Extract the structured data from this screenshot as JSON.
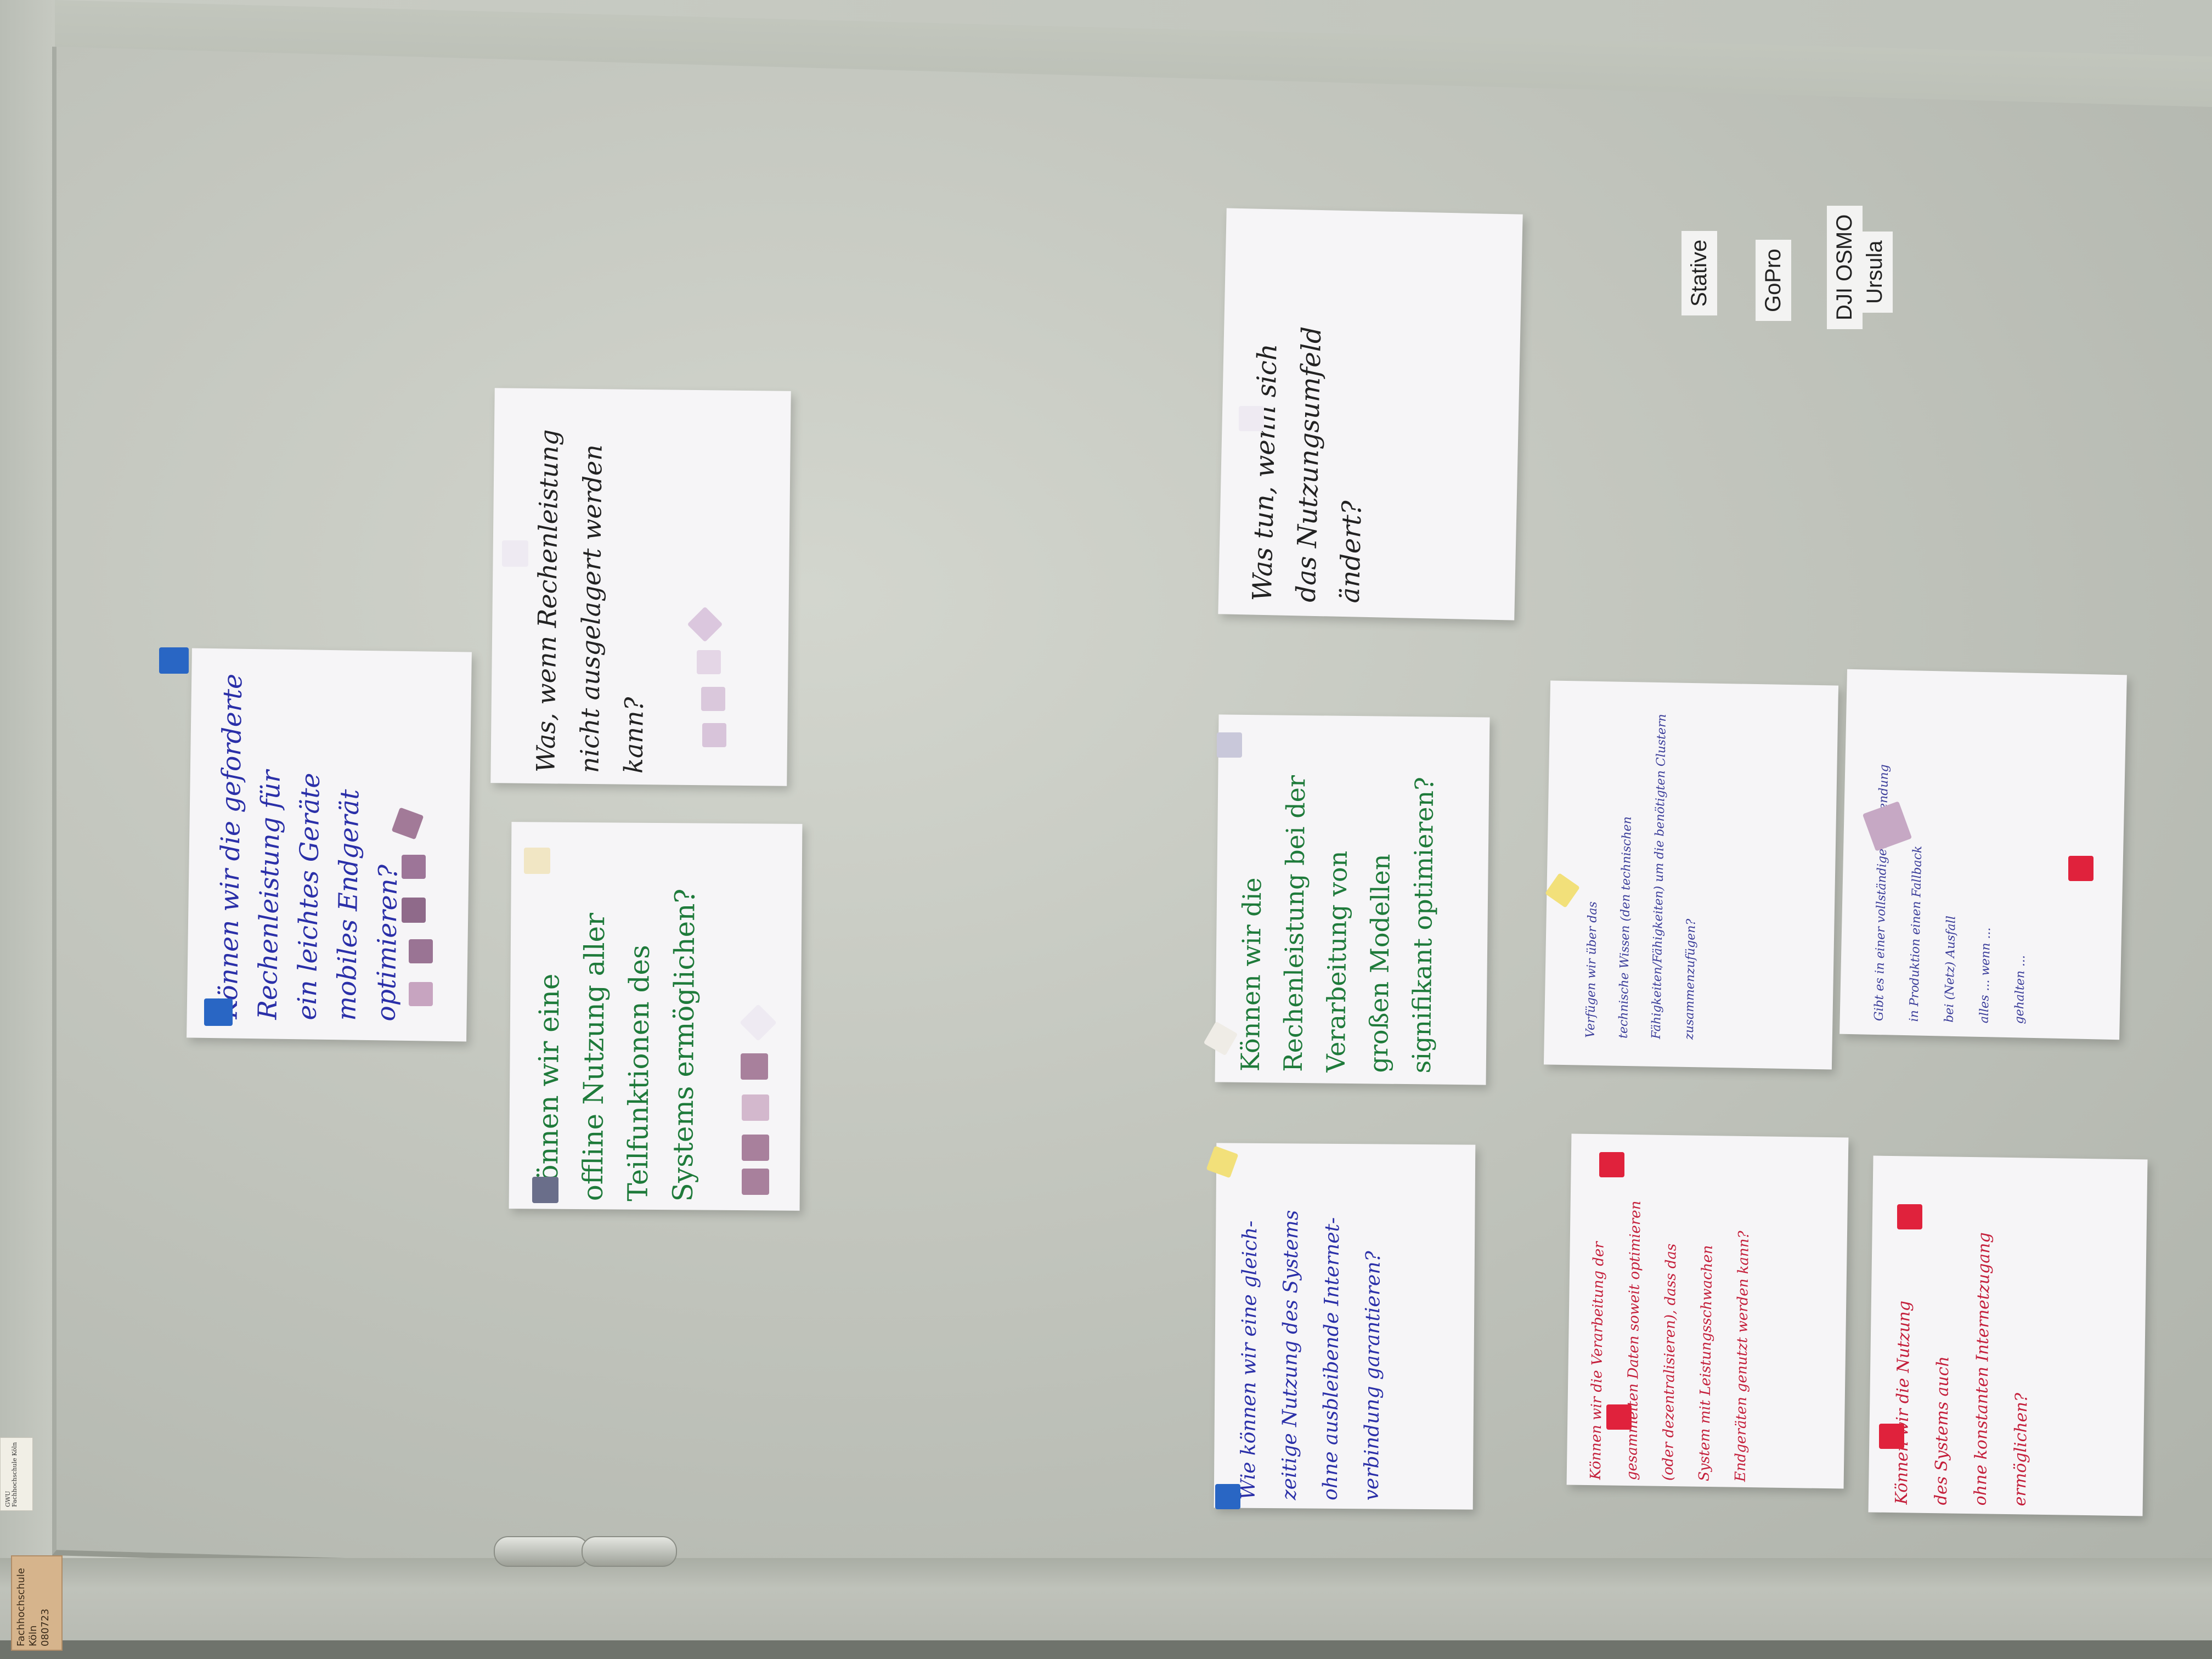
{
  "cards": [
    {
      "id": "c1",
      "text": "Können wir die geforderte\nRechenleistung für\nein leichtes Geräte\nmobiles Endgerät optimieren?",
      "color": "#2a2fa8"
    },
    {
      "id": "c2",
      "text": "Was, wenn Rechenleistung\nnicht ausgelagert werden\nkann?",
      "color": "#222222"
    },
    {
      "id": "c3",
      "text": "Können wir eine\noffline Nutzung aller\nTeilfunktionen des\nSystems ermöglichen?",
      "color": "#1e7a3a"
    },
    {
      "id": "c4",
      "text": "Was tun, wenn sich\ndas Nutzungsumfeld\nändert?",
      "color": "#222222"
    },
    {
      "id": "c5",
      "text": "Können wir die\nRechenleistung bei der\nVerarbeitung von\ngroßen Modellen\nsignifikant optimieren?",
      "color": "#1e7a3a"
    },
    {
      "id": "c6",
      "text": "Wie können wir eine gleich-\nzeitige Nutzung des Systems\nohne ausbleibende Internet-\nverbindung garantieren?",
      "color": "#2a2fa8"
    },
    {
      "id": "c7",
      "text": "Verfügen wir über das\ntechnische Wissen (den technischen\nFähigkeiten/Fähigkeiten) um die benötigten Clustern\nzusammenzufügen?",
      "color": "#3b3d9a"
    },
    {
      "id": "c8",
      "text": "Können wir die Verarbeitung der\ngesammelten Daten soweit optimieren\n(oder dezentralisieren), dass das\nSystem mit Leistungsschwachen\nEndgeräten genutzt werden kann?",
      "color": "#c41e3a"
    },
    {
      "id": "c9",
      "text": "Gibt es in einer vollständigen Anwendung\nin Produktion einen Fallback\nbei (Netz) Ausfall\nalles ... wenn ...\ngehalten ...",
      "color": "#3b3d9a"
    },
    {
      "id": "c10",
      "text": "Können wir die Nutzung\ndes Systems auch\nohne konstanten Internetzugang\nermöglichen?",
      "color": "#c41e3a"
    }
  ],
  "side_labels": [
    "Stative",
    "GoPro",
    "DJI OSMO",
    "Ursula"
  ],
  "sticker_text": "GWU\nFachhochschule Köln",
  "inventory_text": "Fachhochschule Köln\n080723",
  "colors": {
    "blue_dot": "#2966c4",
    "yellow_dot": "#f2e07a",
    "purple_dot": "#a07a9a",
    "pink_dot": "#c7a4c0",
    "red_dot": "#e0223c",
    "grey_dot": "#6a6e8a",
    "white_dot": "#eeeaf2"
  }
}
